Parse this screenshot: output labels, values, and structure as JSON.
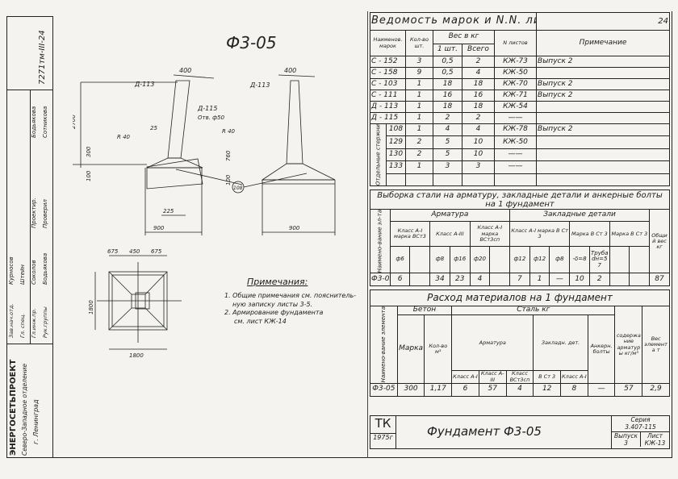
{
  "sheet_number": "24",
  "drawing_title": "Ф3-05",
  "labels": {
    "d113_a": "Д-113",
    "d113_b": "Д-113",
    "d115": "Д-115",
    "d115_sub": "Отв. ф50",
    "r40_a": "R 40",
    "r40_b": "R 40",
    "pos": "108"
  },
  "dims": {
    "w400": "400",
    "h2700": "2700",
    "h300": "300",
    "h100": "100",
    "h760": "760",
    "h100b": "100",
    "c25": "25",
    "c225": "225",
    "c900": "900",
    "p675": "675",
    "p450": "450",
    "p1800": "1800"
  },
  "notes": {
    "title": "Примечания:",
    "items": [
      "1. Общие примечания см. пояснитель-",
      "ную записку листы 3-5.",
      "2. Армирование фундамента",
      "см. лист КЖ-14"
    ]
  },
  "table1": {
    "title": "Ведомость марок и N.N. листов",
    "headers": {
      "name": "Наименов. марок",
      "qty": "Кол-во шт.",
      "weight": "Вес в кг",
      "one": "1 шт.",
      "total": "Всего",
      "sheets": "N листов",
      "note": "Примечание"
    },
    "group_label": "Отдельные стержни",
    "rows": [
      [
        "С - 152",
        "3",
        "0,5",
        "2",
        "КЖ-73",
        "Выпуск 2"
      ],
      [
        "С - 158",
        "9",
        "0,5",
        "4",
        "КЖ-50",
        ""
      ],
      [
        "С - 103",
        "1",
        "18",
        "18",
        "КЖ-70",
        "Выпуск 2"
      ],
      [
        "С - 111",
        "1",
        "16",
        "16",
        "КЖ-71",
        "Выпуск 2"
      ],
      [
        "Д - 113",
        "1",
        "18",
        "18",
        "КЖ-54",
        ""
      ],
      [
        "Д - 115",
        "1",
        "2",
        "2",
        "——",
        ""
      ]
    ],
    "bars": [
      [
        "108",
        "1",
        "4",
        "4",
        "КЖ-78",
        "Выпуск 2"
      ],
      [
        "129",
        "2",
        "5",
        "10",
        "КЖ-50",
        ""
      ],
      [
        "130",
        "2",
        "5",
        "10",
        "——",
        ""
      ],
      [
        "133",
        "1",
        "3",
        "3",
        "——",
        ""
      ],
      [
        "",
        "",
        "",
        "",
        "",
        ""
      ]
    ]
  },
  "table2": {
    "title": "Выборка стали на арматуру, закладные детали и анкерные болты на 1 фундамент",
    "h_name": "Наимено-вание эл-та",
    "h_arm": "Арматура",
    "h_emb": "Закладные детали",
    "h_total": "Общий вес кг",
    "h_cls": [
      "Класс А-I марка ВСт3",
      "Класс А-III",
      "Класс А-I марка ВСт3сп",
      "Класс А-I марка В Ст 3",
      "Марка В Ст 3",
      "Марка В Ст 3"
    ],
    "h_dia": [
      "ф6",
      "",
      "ф8",
      "ф16",
      "ф20",
      "",
      "ф12",
      "ф12",
      "ф8",
      "-δ=8",
      "Труба dн=57",
      "",
      ""
    ],
    "row": [
      "Ф3-05",
      "6",
      "",
      "34",
      "23",
      "4",
      "",
      "7",
      "1",
      "—",
      "10",
      "2",
      "",
      "",
      "87"
    ]
  },
  "table3": {
    "title": "Расход материалов на 1 фундамент",
    "h_name": "Наимено-вание элемента",
    "h_concrete": "Бетон",
    "h_steel": "Сталь кг",
    "h_grade": "Марка",
    "h_vol": "Кол-во м³",
    "h_arm": "Арматура",
    "h_emb": "Закладн. дет.",
    "h_anchor": "Анкерн. болты",
    "h_content": "содержание арматуры кг/м³",
    "h_weight": "Вес элемента т",
    "h_sub": [
      "Класс А-I",
      "Класс А-III",
      "Класс ВСт3сп",
      "В Ст 3",
      "Класс А-I"
    ],
    "row": [
      "Ф3-05",
      "300",
      "1,17",
      "6",
      "57",
      "4",
      "12",
      "8",
      "—",
      "57",
      "2,9"
    ]
  },
  "titleblock": {
    "org": "ТК",
    "year": "1975г",
    "name": "Фундамент Ф3-05",
    "series_label": "Серия",
    "series": "3.407-115",
    "issue_label": "Выпуск",
    "issue": "3",
    "sheet_label": "Лист",
    "sheet": "КЖ-13"
  },
  "strip": {
    "code": "7271тм-III-24",
    "org": "ЭНЕРГОСЕТЬПРОЕКТ",
    "branch": "Северо-Западное отделение",
    "city": "г. Ленинград",
    "roles": [
      "Зав.нач.отд.",
      "Гл. спец.",
      "Гл.инж.пр.",
      "Рук.группы"
    ],
    "names": [
      "Курносов",
      "Штейн",
      "Соколов",
      "Бодьякова"
    ],
    "roles2": [
      "Проектир.",
      "Проверил"
    ],
    "names2": [
      "Бодьякова",
      "Сотникова"
    ]
  }
}
